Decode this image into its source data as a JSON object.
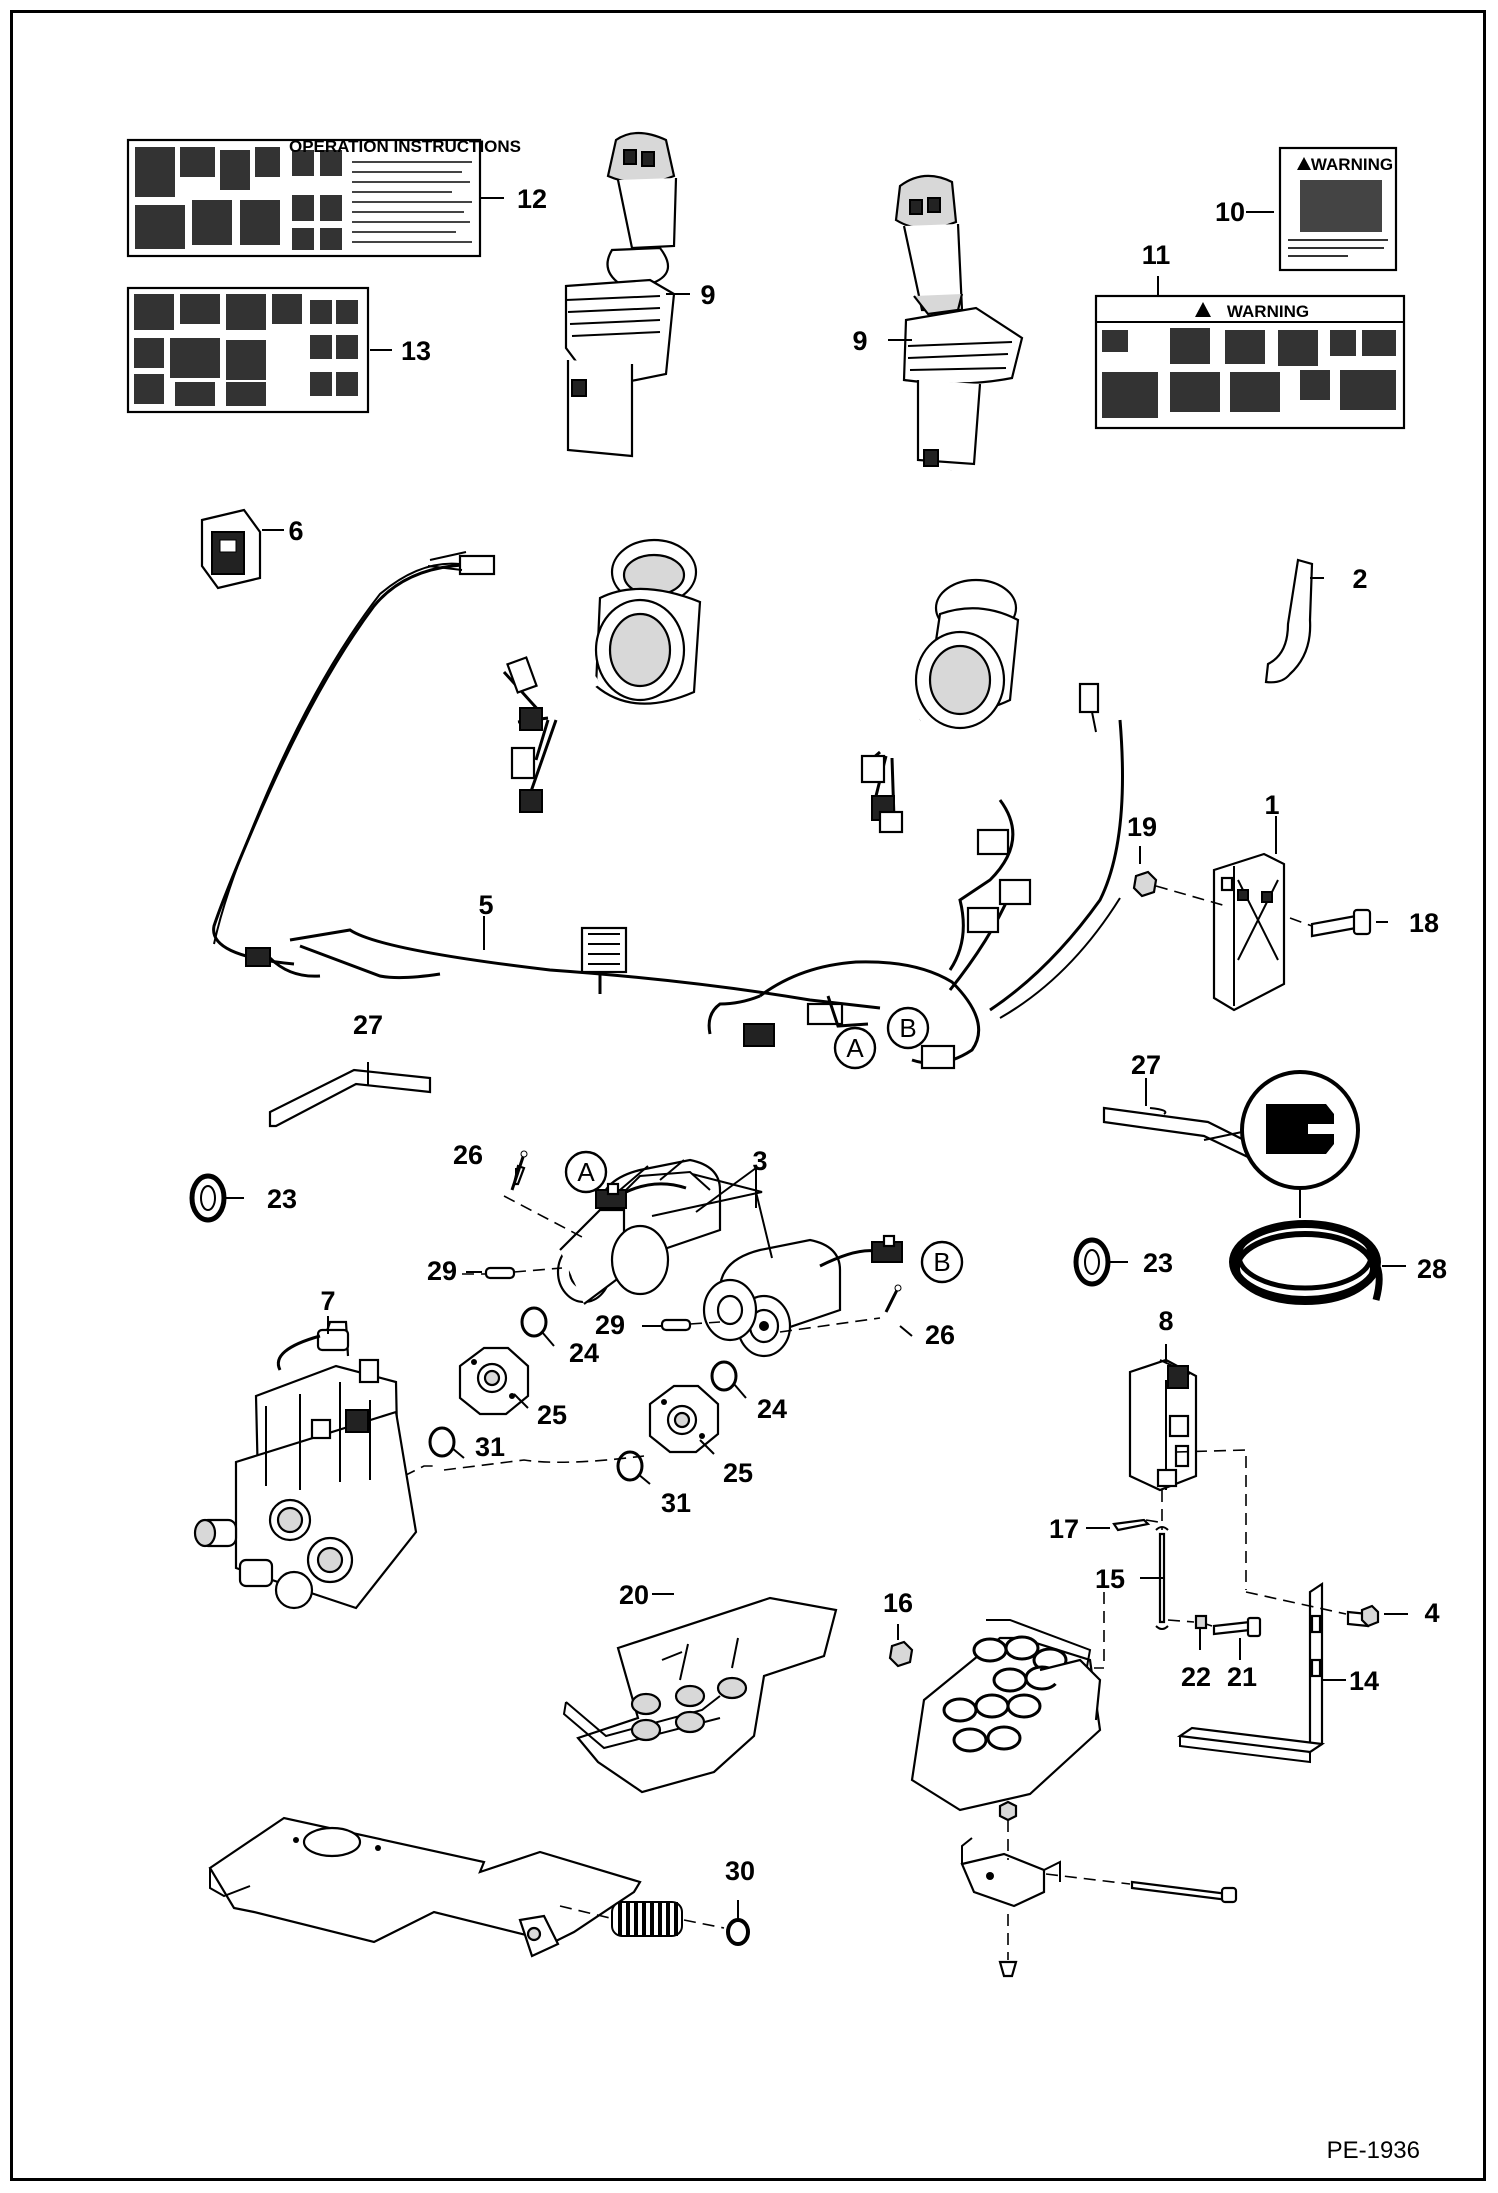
{
  "diagram": {
    "reference": "PE-1936",
    "decals": {
      "operation_instructions_title": "OPERATION INSTRUCTIONS",
      "warning_label": "WARNING"
    },
    "connector_labels": [
      "A",
      "B"
    ],
    "callouts": [
      "1",
      "2",
      "3",
      "4",
      "5",
      "6",
      "7",
      "8",
      "9",
      "10",
      "11",
      "12",
      "13",
      "14",
      "15",
      "16",
      "17",
      "18",
      "19",
      "20",
      "21",
      "22",
      "23",
      "24",
      "25",
      "26",
      "27",
      "28",
      "29",
      "30",
      "31"
    ]
  }
}
